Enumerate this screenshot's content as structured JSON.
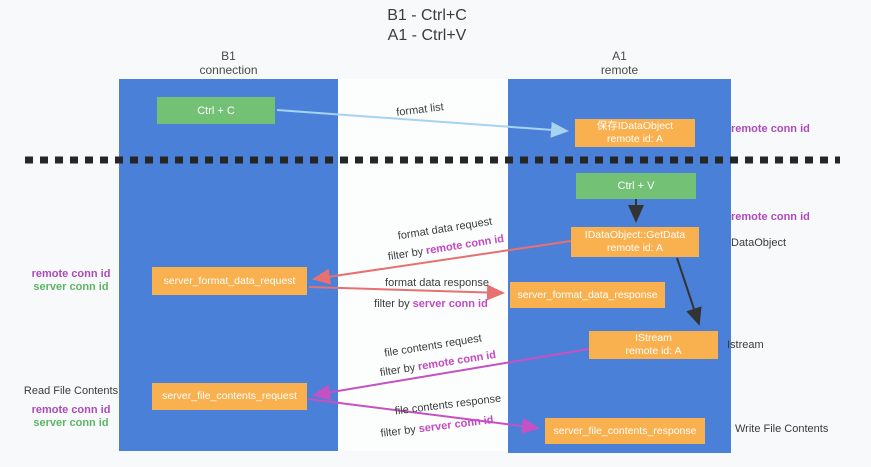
{
  "title": {
    "line1": "B1 - Ctrl+C",
    "line2": "A1 - Ctrl+V"
  },
  "lifelines": {
    "left": {
      "name": "B1",
      "role": "connection"
    },
    "right": {
      "name": "A1",
      "role": "remote"
    }
  },
  "nodes": {
    "ctrl_c": "Ctrl + C",
    "ctrl_v": "Ctrl + V",
    "save_dataobject": {
      "line1": "保存IDataObject",
      "line2": "remote id: A"
    },
    "getdata": {
      "line1": "IDataObject::GetData",
      "line2": "remote id: A"
    },
    "istream": {
      "line1": "IStream",
      "line2": "remote id: A"
    },
    "server_format_data_request": "server_format_data_request",
    "server_format_data_response": "server_format_data_response",
    "server_file_contents_request": "server_file_contents_request",
    "server_file_contents_response": "server_file_contents_response"
  },
  "annotations": {
    "format_list": "format list",
    "format_data_request": "format data request",
    "format_data_response": "format data response",
    "file_contents_request": "file contents request",
    "file_contents_response": "file contents response",
    "filter_by": "filter by",
    "remote_conn_id": "remote conn id",
    "server_conn_id": "server conn id"
  },
  "side_labels": {
    "remote_conn_id_top_right": "remote conn id",
    "remote_conn_id_mid_right": "remote conn id",
    "dataobject": "DataObject",
    "istream": "Istream",
    "write_file_contents": "Write File Contents",
    "read_file_contents": "Read File Contents",
    "remote_conn_id_left_1": "remote conn id",
    "server_conn_id_left_1": "server conn id",
    "remote_conn_id_left_2": "remote conn id",
    "server_conn_id_left_2": "server conn id"
  },
  "colors": {
    "lifeline_blue": "#4a80d8",
    "node_orange": "#f9b04e",
    "node_green": "#72c175",
    "arrow_salmon": "#e87070",
    "arrow_magenta": "#c750c3",
    "arrow_lightblue": "#a6d3f0",
    "arrow_black": "#333333",
    "label_purple": "#ad4bbd",
    "label_green": "#5cb565"
  }
}
